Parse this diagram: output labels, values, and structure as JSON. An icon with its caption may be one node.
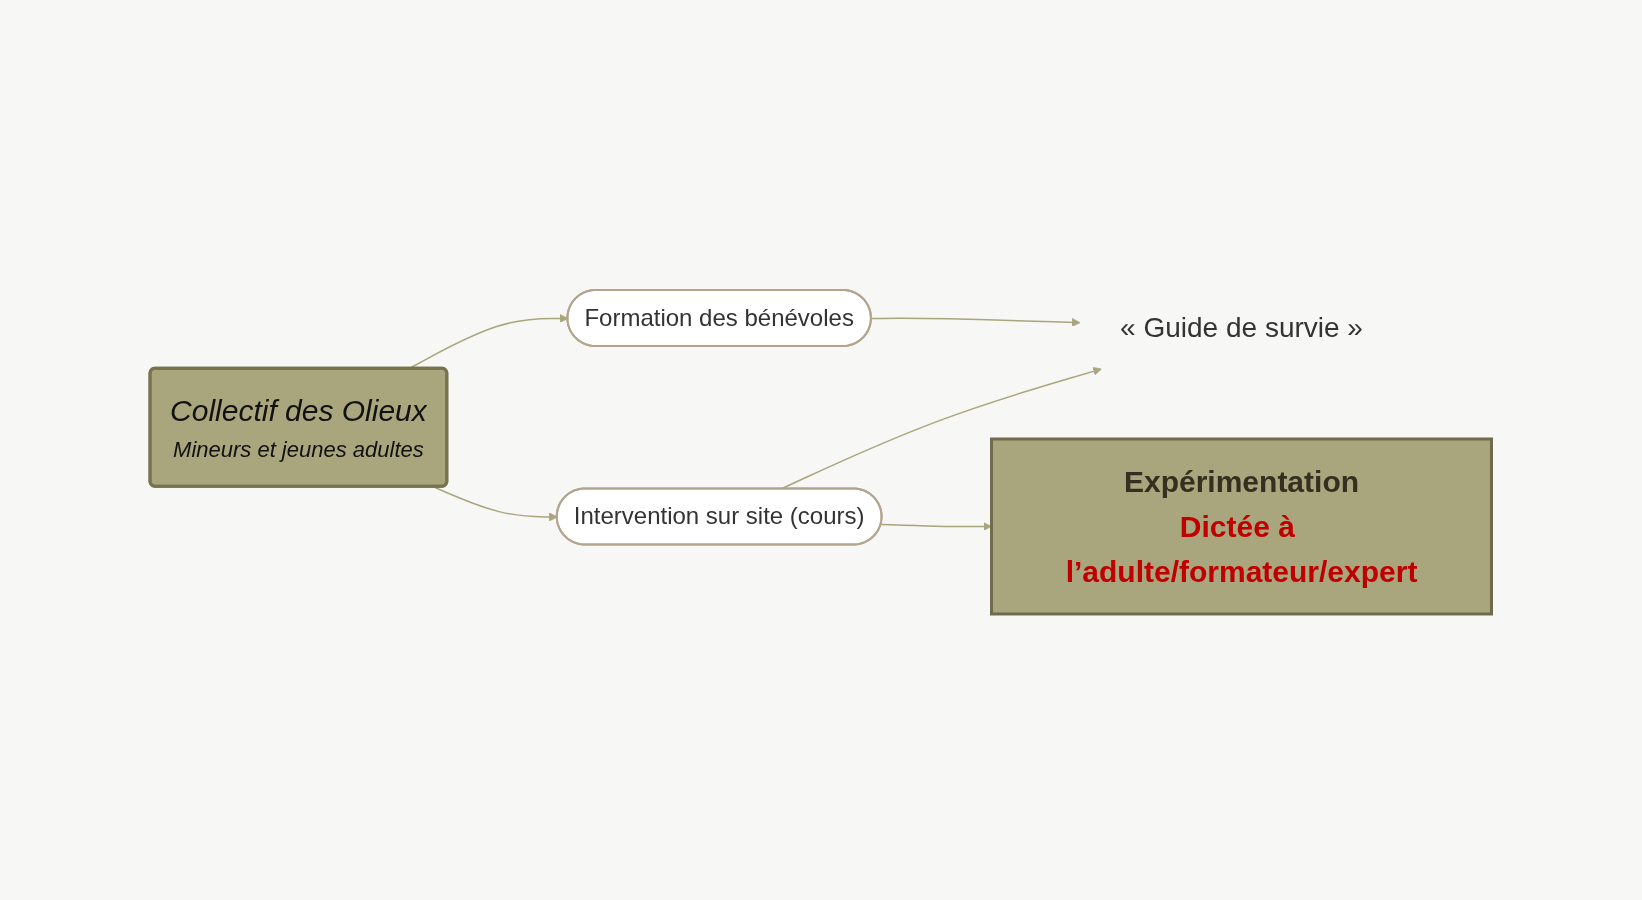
{
  "diagram": {
    "nodes": [
      {
        "text": [
          "Formation des bénévoles"
        ]
      },
      {
        "text": [
          "« Guide de survie »"
        ]
      },
      {
        "text": [
          "Collectif des Olieux",
          "Mineurs et jeunes adultes"
        ]
      },
      {
        "text": [
          "Intervention sur site (cours)"
        ]
      },
      {
        "text": [
          "Expérimentation",
          "Dictée à l’adulte/formateur/expert"
        ]
      }
    ],
    "edges": [
      {
        "from": 2,
        "to": 0,
        "arrow": "to"
      },
      {
        "from": 0,
        "to": 1,
        "arrow": "to"
      },
      {
        "from": 3,
        "to": 1,
        "arrow": "to"
      },
      {
        "from": 2,
        "to": 3,
        "arrow": "to"
      },
      {
        "from": 3,
        "to": 4,
        "arrow": "to"
      }
    ]
  }
}
